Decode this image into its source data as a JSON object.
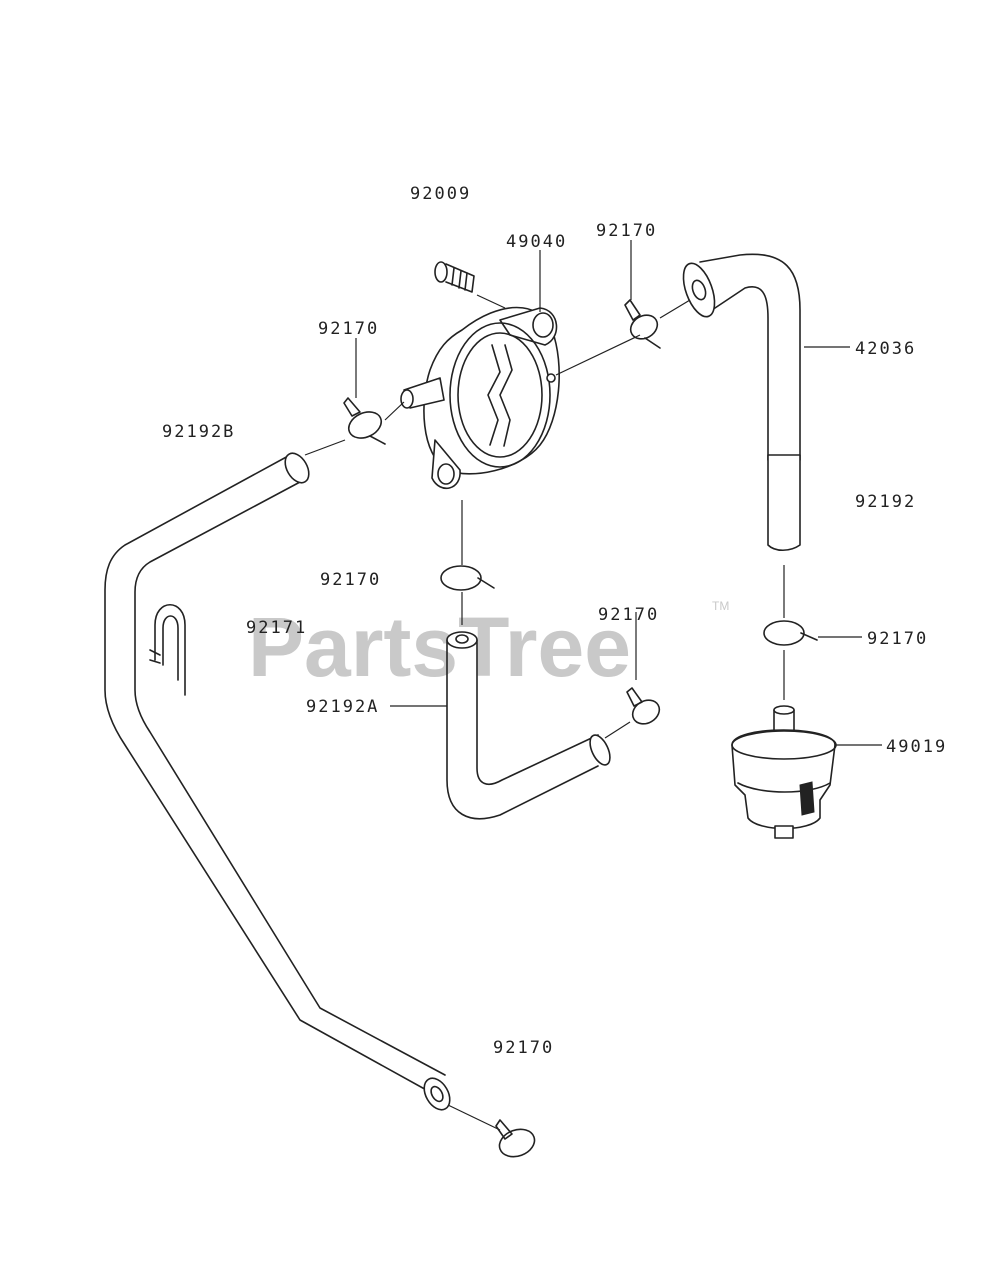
{
  "watermark": {
    "text": "PartsTree",
    "trademark": "TM"
  },
  "callouts": {
    "c92009": "92009",
    "c49040": "49040",
    "c92170_top": "92170",
    "c42036": "42036",
    "c92170_left": "92170",
    "c92192B": "92192B",
    "c92192": "92192",
    "c92170_mid": "92170",
    "c92171": "92171",
    "c92170_center": "92170",
    "c92170_right": "92170",
    "c92192A": "92192A",
    "c49019": "49019",
    "c92170_bottom": "92170"
  }
}
